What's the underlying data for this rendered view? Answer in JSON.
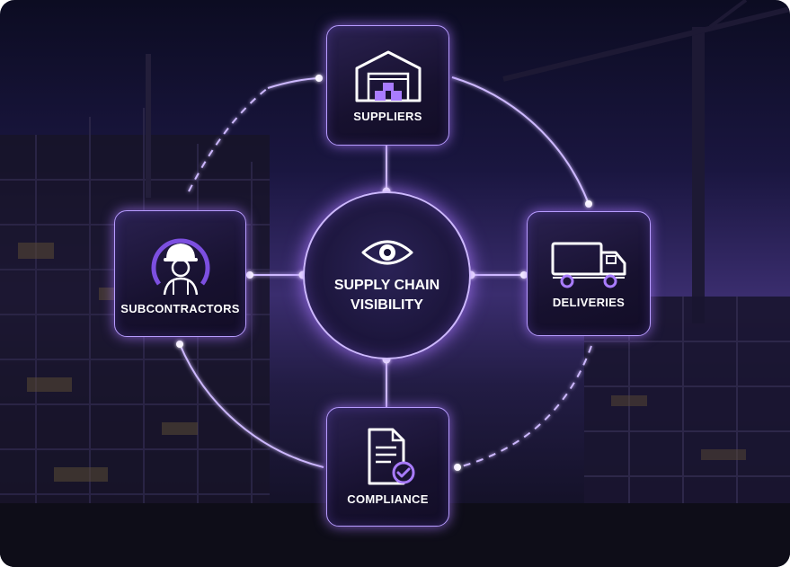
{
  "hub": {
    "title_line1": "SUPPLY CHAIN",
    "title_line2": "VISIBILITY",
    "icon": "eye-icon"
  },
  "nodes": {
    "suppliers": {
      "label": "SUPPLIERS",
      "icon": "warehouse-icon"
    },
    "subcontractors": {
      "label": "SUBCONTRACTORS",
      "icon": "worker-icon"
    },
    "deliveries": {
      "label": "DELIVERIES",
      "icon": "truck-icon"
    },
    "compliance": {
      "label": "COMPLIANCE",
      "icon": "document-check-icon"
    }
  },
  "colors": {
    "accent": "#a97cff",
    "glow": "#c9b3ff",
    "node_background": "#1a1434",
    "sky_top": "#0c0c22",
    "sky_mid": "#3a2d6e"
  }
}
